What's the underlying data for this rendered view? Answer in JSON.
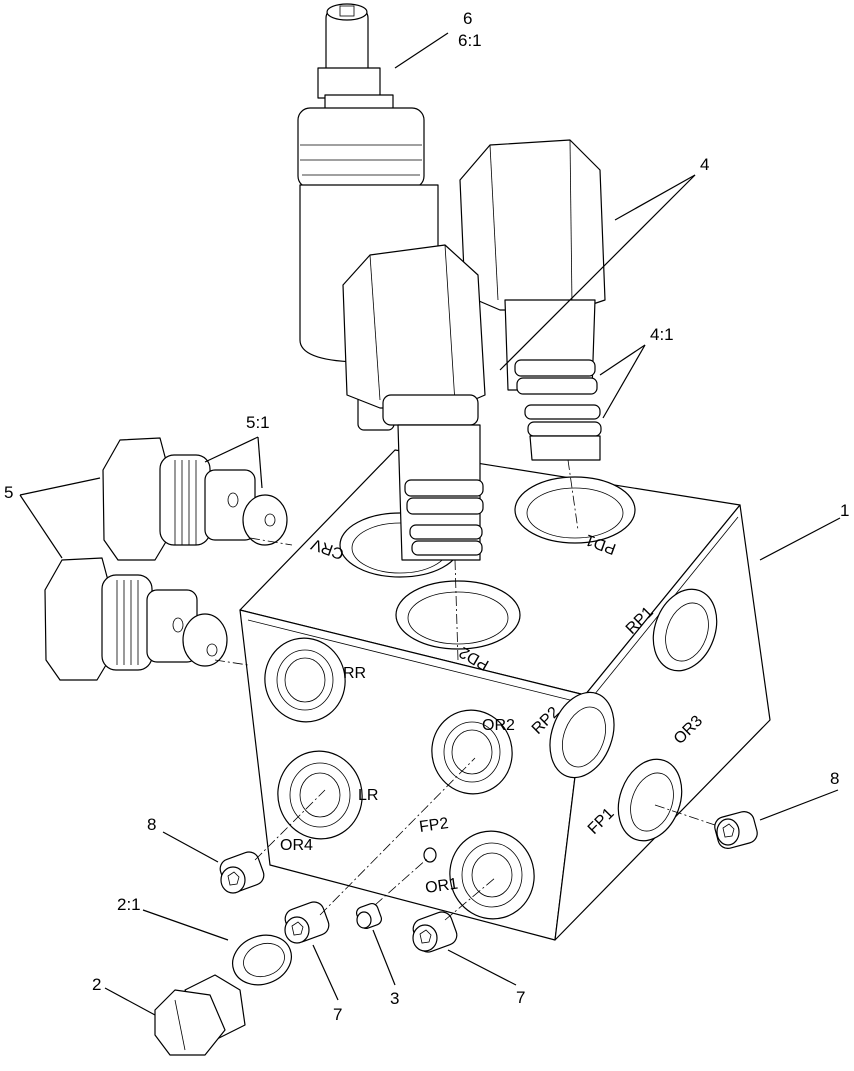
{
  "callouts": {
    "c1": "1",
    "c2": "2",
    "c2_1": "2:1",
    "c3": "3",
    "c4": "4",
    "c4_1": "4:1",
    "c5": "5",
    "c5_1": "5:1",
    "c6": "6",
    "c6_1": "6:1",
    "c7a": "7",
    "c7b": "7",
    "c8a": "8",
    "c8b": "8"
  },
  "ports": {
    "rr": "RR",
    "lr": "LR",
    "or1": "OR1",
    "or2": "OR2",
    "or3": "OR3",
    "or4": "OR4",
    "fp1": "FP1",
    "fp2": "FP2",
    "rp1": "RP1",
    "rp2": "RP2",
    "pd1": "PD1",
    "pd2": "PD2",
    "crv": "CRV"
  }
}
